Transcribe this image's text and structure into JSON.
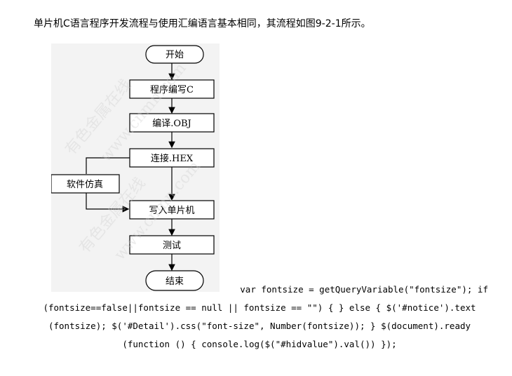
{
  "intro": "单片机C语言程序开发流程与使用汇编语言基本相同，其流程如图9-2-1所示。",
  "flowchart": {
    "start": "开始",
    "write": "程序编写C",
    "compile": "编译.OBJ",
    "link": "连接.HEX",
    "simulate": "软件仿真",
    "burn": "写入单片机",
    "test": "测试",
    "end": "结束"
  },
  "watermark": [
    "有色金属在线",
    "www.cnmn.com"
  ],
  "code_lines": [
    "var fontsize = getQueryVariable(\"fontsize\"); if",
    "(fontsize==false||fontsize == null || fontsize == \"\") { } else { $('#notice').text",
    "(fontsize); $('#Detail').css(\"font-size\", Number(fontsize)); } $(document).ready",
    "(function () { console.log($(\"#hidvalue\").val()) });"
  ]
}
